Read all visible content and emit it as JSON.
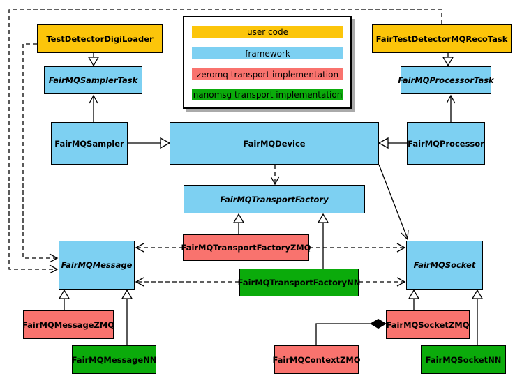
{
  "legend": {
    "items": [
      {
        "label": "user code",
        "color": "#FCC50A"
      },
      {
        "label": "framework",
        "color": "#7DD0F2"
      },
      {
        "label": "zeromq transport implementation",
        "color": "#F9736E"
      },
      {
        "label": "nanomsg transport implementation",
        "color": "#0BAB0B"
      }
    ]
  },
  "colors": {
    "user_code": "#FCC50A",
    "framework": "#7DD0F2",
    "zeromq": "#F9736E",
    "nanomsg": "#0BAB0B",
    "border": "#000000",
    "background": "#ffffff"
  },
  "nodes": [
    {
      "label": "TestDetectorDigiLoader",
      "category": "user code",
      "abstract": false
    },
    {
      "label": "FairTestDetectorMQRecoTask",
      "category": "user code",
      "abstract": false
    },
    {
      "label": "FairMQSamplerTask",
      "category": "framework",
      "abstract": true
    },
    {
      "label": "FairMQProcessorTask",
      "category": "framework",
      "abstract": true
    },
    {
      "label": "FairMQSampler",
      "category": "framework",
      "abstract": false
    },
    {
      "label": "FairMQDevice",
      "category": "framework",
      "abstract": false
    },
    {
      "label": "FairMQProcessor",
      "category": "framework",
      "abstract": false
    },
    {
      "label": "FairMQTransportFactory",
      "category": "framework",
      "abstract": true
    },
    {
      "label": "FairMQTransportFactoryZMQ",
      "category": "zeromq",
      "abstract": false
    },
    {
      "label": "FairMQTransportFactoryNN",
      "category": "nanomsg",
      "abstract": false
    },
    {
      "label": "FairMQMessage",
      "category": "framework",
      "abstract": true
    },
    {
      "label": "FairMQSocket",
      "category": "framework",
      "abstract": true
    },
    {
      "label": "FairMQMessageZMQ",
      "category": "zeromq",
      "abstract": false
    },
    {
      "label": "FairMQMessageNN",
      "category": "nanomsg",
      "abstract": false
    },
    {
      "label": "FairMQSocketZMQ",
      "category": "zeromq",
      "abstract": false
    },
    {
      "label": "FairMQSocketNN",
      "category": "nanomsg",
      "abstract": false
    },
    {
      "label": "FairMQContextZMQ",
      "category": "zeromq",
      "abstract": false
    }
  ],
  "edges": [
    {
      "from": "TestDetectorDigiLoader",
      "to": "FairMQSamplerTask",
      "type": "inheritance"
    },
    {
      "from": "FairTestDetectorMQRecoTask",
      "to": "FairMQProcessorTask",
      "type": "inheritance"
    },
    {
      "from": "FairMQSampler",
      "to": "FairMQSamplerTask",
      "type": "association"
    },
    {
      "from": "FairMQProcessor",
      "to": "FairMQProcessorTask",
      "type": "association"
    },
    {
      "from": "FairMQSampler",
      "to": "FairMQDevice",
      "type": "inheritance"
    },
    {
      "from": "FairMQProcessor",
      "to": "FairMQDevice",
      "type": "inheritance"
    },
    {
      "from": "FairMQDevice",
      "to": "FairMQTransportFactory",
      "type": "dependency"
    },
    {
      "from": "FairMQDevice",
      "to": "FairMQSocket",
      "type": "association"
    },
    {
      "from": "FairMQTransportFactoryZMQ",
      "to": "FairMQTransportFactory",
      "type": "inheritance"
    },
    {
      "from": "FairMQTransportFactoryNN",
      "to": "FairMQTransportFactory",
      "type": "inheritance"
    },
    {
      "from": "FairMQTransportFactoryZMQ",
      "to": "FairMQMessage",
      "type": "dependency"
    },
    {
      "from": "FairMQTransportFactoryNN",
      "to": "FairMQMessage",
      "type": "dependency"
    },
    {
      "from": "FairMQTransportFactoryZMQ",
      "to": "FairMQSocket",
      "type": "dependency"
    },
    {
      "from": "FairMQTransportFactoryNN",
      "to": "FairMQSocket",
      "type": "dependency"
    },
    {
      "from": "TestDetectorDigiLoader",
      "to": "FairMQMessage",
      "type": "dependency"
    },
    {
      "from": "FairTestDetectorMQRecoTask",
      "to": "FairMQMessage",
      "type": "dependency"
    },
    {
      "from": "FairMQMessageZMQ",
      "to": "FairMQMessage",
      "type": "inheritance"
    },
    {
      "from": "FairMQMessageNN",
      "to": "FairMQMessage",
      "type": "inheritance"
    },
    {
      "from": "FairMQSocketZMQ",
      "to": "FairMQSocket",
      "type": "inheritance"
    },
    {
      "from": "FairMQSocketNN",
      "to": "FairMQSocket",
      "type": "inheritance"
    },
    {
      "from": "FairMQSocketZMQ",
      "to": "FairMQContextZMQ",
      "type": "composition"
    }
  ]
}
